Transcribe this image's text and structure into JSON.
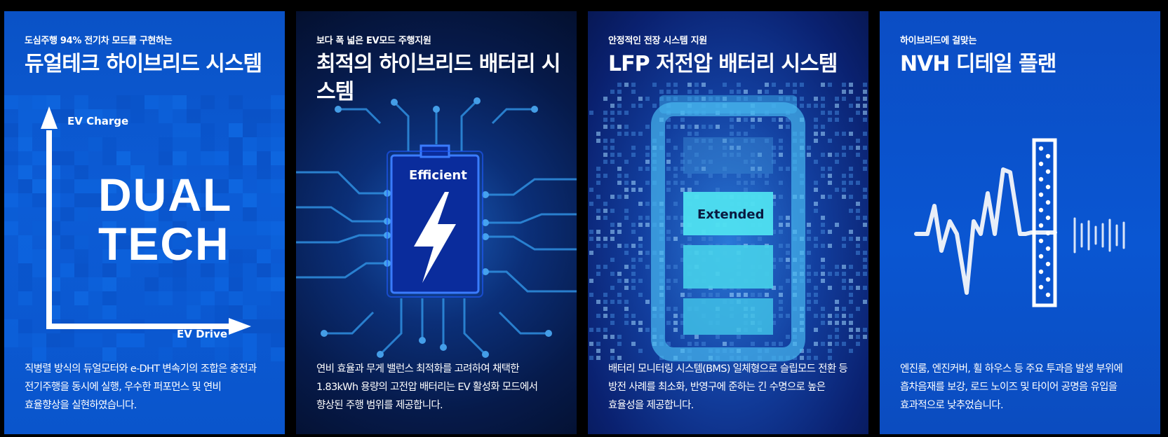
{
  "cards": [
    {
      "subtitle": "도심주행 94% 전기차 모드를 구현하는",
      "title": "듀얼테크 하이브리드 시스템",
      "axis_y_label": "EV Charge",
      "axis_x_label": "EV Drive",
      "graphic_line1": "DUAL",
      "graphic_line2": "TECH",
      "description": "직병렬 방식의 듀얼모터와 e-DHT 변속기의 조합은 충전과 전기주행을 동시에 실행, 우수한 퍼포먼스 및 연비 효율향상을 실현하였습니다."
    },
    {
      "subtitle": "보다 폭 넓은 EV모드 주행지원",
      "title": "최적의 하이브리드 배터리 시스템",
      "graphic_label": "Efficient",
      "description": "연비 효율과 무게 밸런스 최적화를 고려하여 채택한 1.83kWh 용량의 고전압 배터리는 EV 활성화 모드에서 향상된 주행 범위를 제공합니다."
    },
    {
      "subtitle": "안정적인 전장 시스템 지원",
      "title": "LFP 저전압 배터리 시스템",
      "graphic_label": "Extended",
      "description": "배터리 모니터링 시스템(BMS) 일체형으로 슬립모드 전환 등 방전 사례를 최소화, 반영구에 준하는 긴 수명으로 높은 효율성을 제공합니다."
    },
    {
      "subtitle": "하이브리드에 걸맞는",
      "title": "NVH 디테일 플랜",
      "description": "엔진룸, 엔진커버, 휠 하우스 등 주요 투과음 발생 부위에 흡차음재를 보강, 로드 노이즈 및 타이어 공명음 유입을 효과적으로 낮추었습니다."
    }
  ],
  "icons": {
    "card1": "axis-arrows-icon",
    "card2": "lightning-battery-icon",
    "card3": "battery-icon",
    "card4": "sound-wave-barrier-icon"
  },
  "colors": {
    "card1_bg": "#0a55cc",
    "card2_bg": "#061a4a",
    "card3_bg": "#0a2170",
    "card4_bg": "#0a56d2",
    "text": "#ffffff"
  }
}
